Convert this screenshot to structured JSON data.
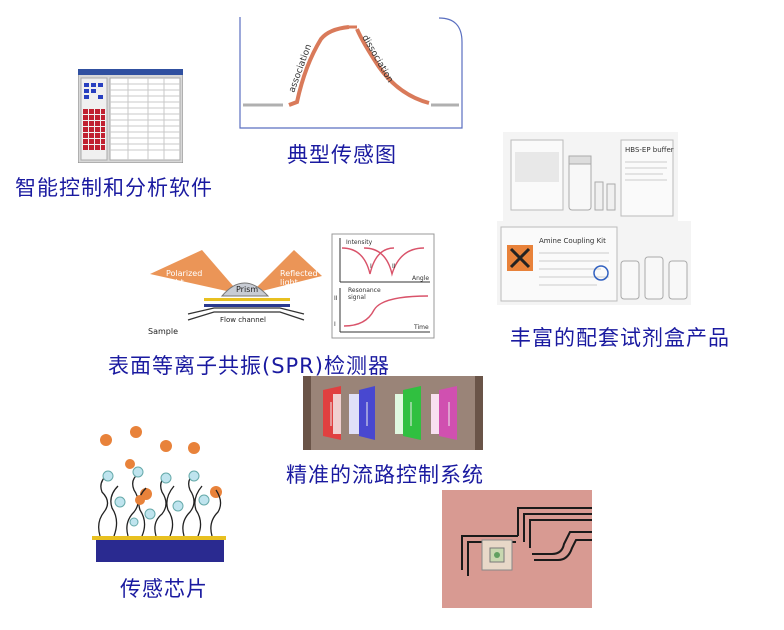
{
  "captions": {
    "software": "智能控制和分析软件",
    "sensorgram": "典型传感图",
    "kits": "丰富的配套试剂盒产品",
    "spr": "表面等离子共振(SPR)检测器",
    "flow": "精准的流路控制系统",
    "chip": "传感芯片"
  },
  "sensorgram": {
    "association": "association",
    "dissociation": "dissociation",
    "colors": {
      "baseline": "#b0b0b0",
      "curve": "#d97a5a",
      "frame": "#5a6fc0"
    }
  },
  "spr": {
    "polarized_light": "Polarized\nlight",
    "reflected_light": "Reflected\nlight",
    "prism": "Prism",
    "flow_channel": "Flow channel",
    "sample": "Sample",
    "intensity": "Intensity",
    "angle": "Angle",
    "resonance_signal": "Resonance\nsignal",
    "time": "Time",
    "marker_i": "I",
    "marker_ii": "II"
  },
  "kits": {
    "hbs_buffer": "HBS-EP buffer",
    "amine_kit": "Amine Coupling Kit"
  },
  "colors": {
    "caption": "#1a1aa0",
    "light_orange": "#e8823a",
    "chip_blue": "#2a2a90",
    "chip_gold": "#e8c020"
  }
}
